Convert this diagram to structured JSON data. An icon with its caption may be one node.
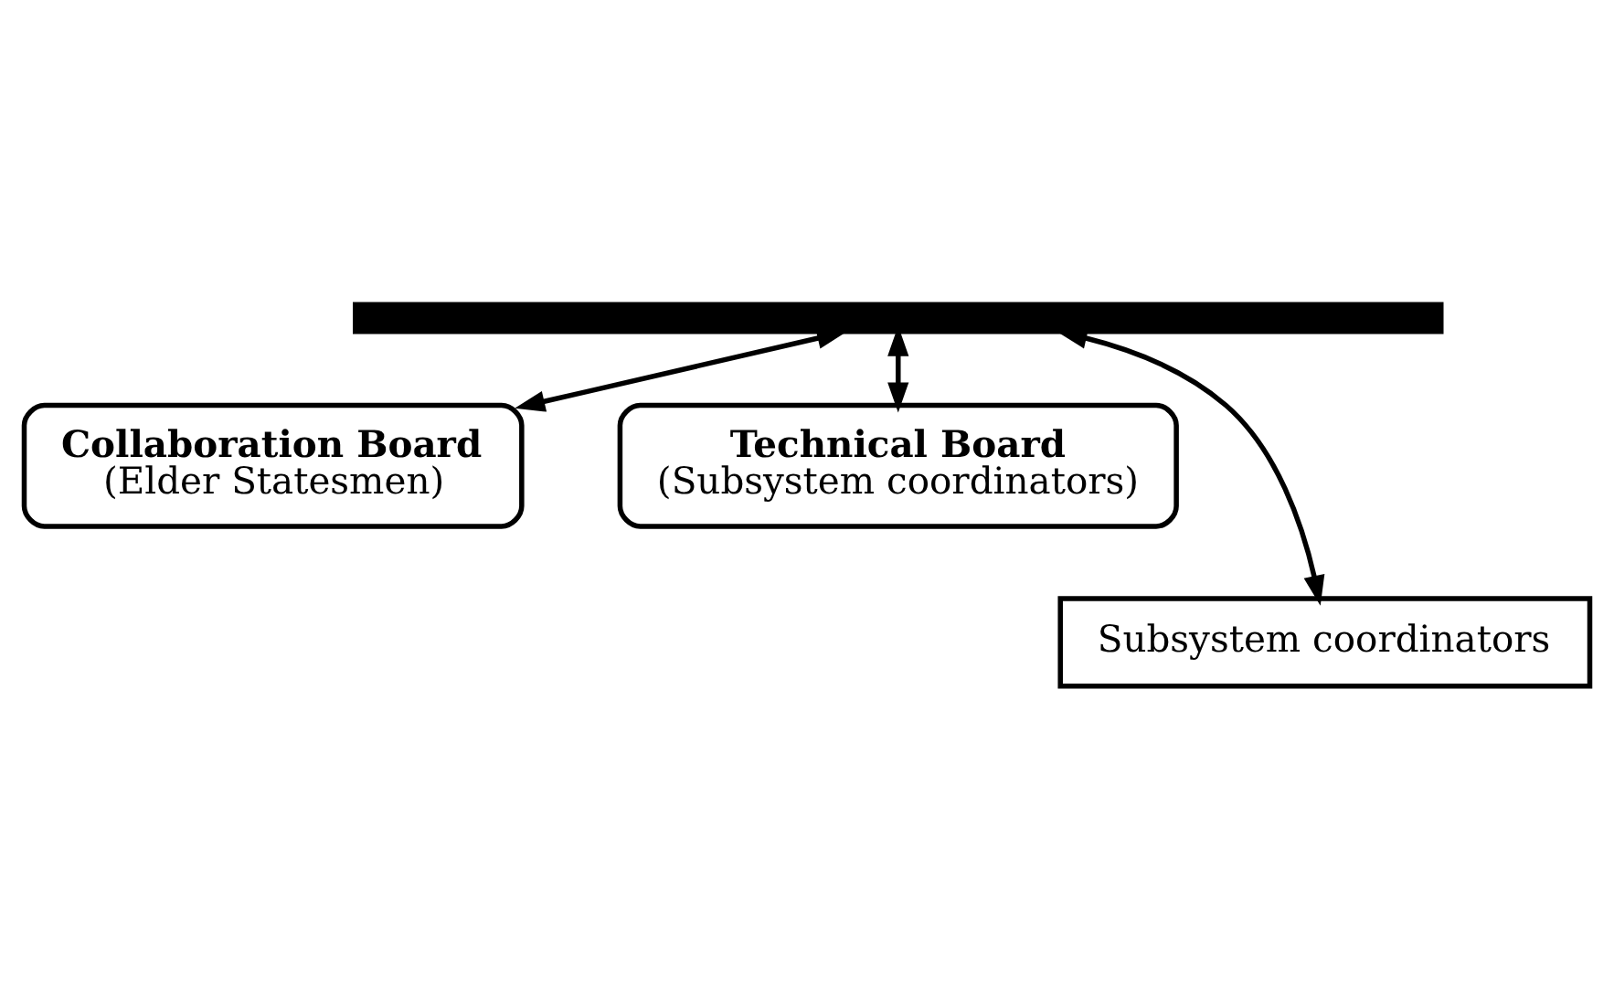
{
  "diagram": {
    "nodes": [
      {
        "text": [],
        "shape": "bar"
      },
      {
        "text": [
          "Collaboration Board",
          "(Elder Statesmen)"
        ]
      },
      {
        "text": [
          "Technical Board",
          "(Subsystem coordinators)"
        ]
      },
      {
        "text": [
          "Subsystem coordinators"
        ]
      }
    ],
    "edges": [
      {
        "from": 0,
        "to": 1,
        "arrow": "both"
      },
      {
        "from": 0,
        "to": 3,
        "arrow": "both"
      },
      {
        "from": 0,
        "to": 2,
        "arrow": "both"
      }
    ]
  }
}
